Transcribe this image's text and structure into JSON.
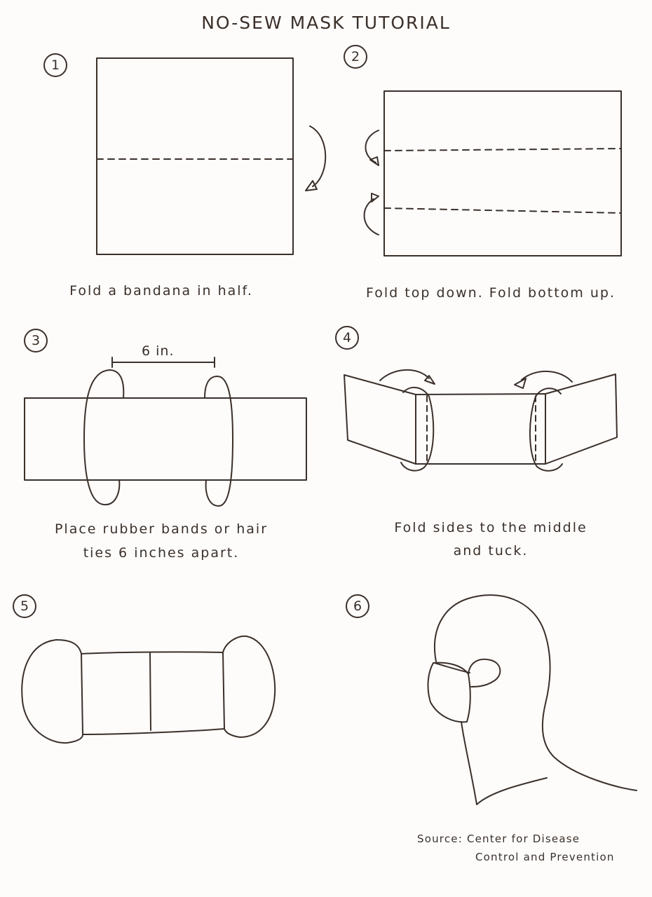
{
  "title": "NO-SEW MASK TUTORIAL",
  "steps": [
    {
      "number": "1",
      "caption": "Fold a bandana in half."
    },
    {
      "number": "2",
      "caption": "Fold top down. Fold bottom up."
    },
    {
      "number": "3",
      "caption_line1": "Place rubber bands or hair",
      "caption_line2": "ties 6 inches apart.",
      "dimension_label": "6 in."
    },
    {
      "number": "4",
      "caption_line1": "Fold sides to the middle",
      "caption_line2": "and tuck."
    },
    {
      "number": "5"
    },
    {
      "number": "6"
    }
  ],
  "source": {
    "line1": "Source: Center for Disease",
    "line2": "Control and Prevention"
  },
  "colors": {
    "ink": "#3b302a",
    "paper": "#fdfcfb"
  }
}
